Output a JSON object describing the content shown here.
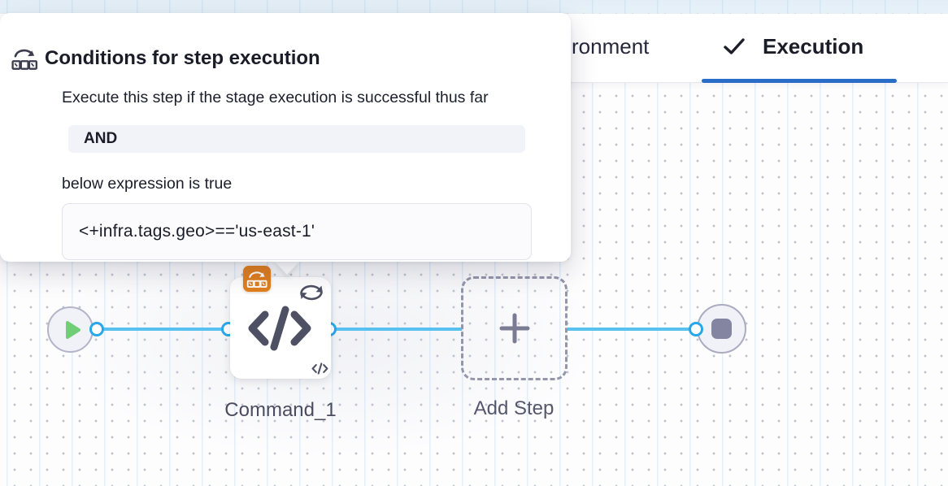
{
  "tabs": {
    "environment_partial": "ronment",
    "execution": {
      "label": "Execution",
      "icon": "checkmark-icon",
      "active": true
    }
  },
  "tooltip": {
    "icon": "conditional-execution-icon",
    "title": "Conditions for step execution",
    "description": "Execute this step if the stage execution is successful thus far",
    "operator": "AND",
    "expression_intro": "below expression is true",
    "expression": "<+infra.tags.geo>=='us-east-1'"
  },
  "pipeline": {
    "start_node": {
      "icon": "play-icon"
    },
    "steps": [
      {
        "label": "Command_1",
        "type": "command-step",
        "icons": [
          "code-icon",
          "loop-icon",
          "code-small-icon"
        ],
        "badge": "conditional-execution-badge"
      }
    ],
    "add_step_label": "Add Step",
    "end_node": {
      "icon": "stop-icon"
    }
  },
  "colors": {
    "active_tab_underline": "#2A6DC9",
    "connector_blue": "#58C1F0",
    "port_ring_blue": "#29A7E8",
    "badge_orange": "#E07F1F",
    "play_green": "#72CE76",
    "icon_slate": "#4E5064",
    "and_badge_bg": "#F2F2F9"
  }
}
